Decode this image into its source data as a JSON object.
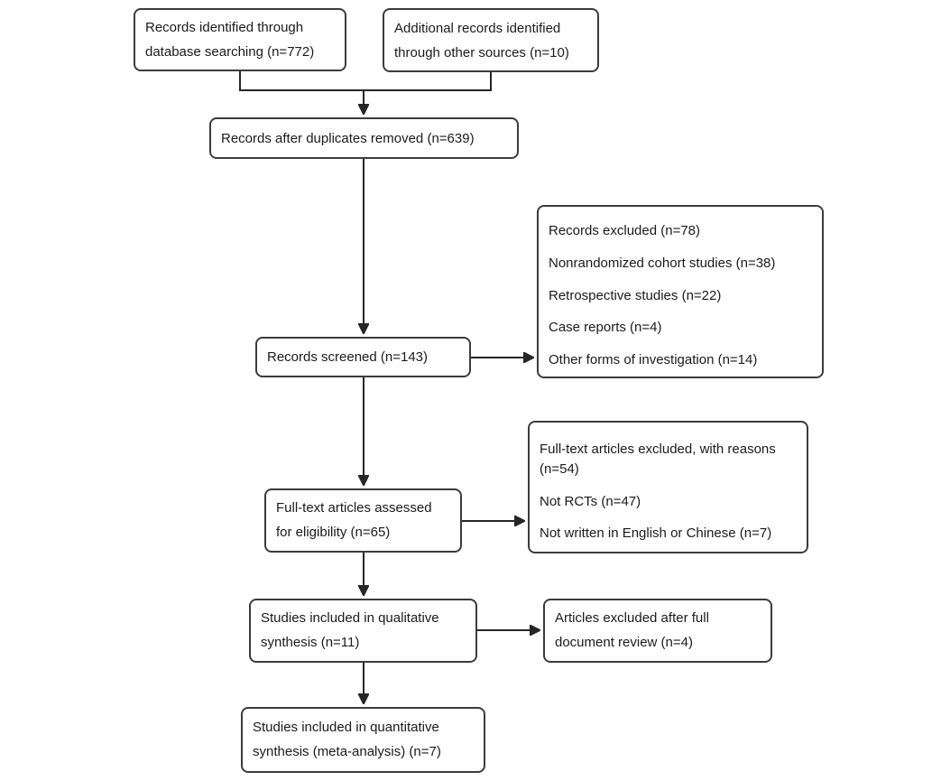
{
  "diagram": {
    "boxes": {
      "identified": {
        "text": "Records identified through database searching (n=772)"
      },
      "additional": {
        "text": "Additional records identified through other sources (n=10)"
      },
      "duplicates": {
        "text": "Records after duplicates removed (n=639)"
      },
      "screened": {
        "text": "Records screened (n=143)"
      },
      "excluded_screening": {
        "lines": [
          "Records excluded (n=78)",
          "Nonrandomized cohort studies (n=38)",
          "Retrospective studies (n=22)",
          "Case reports (n=4)",
          "Other forms of investigation (n=14)"
        ]
      },
      "fulltext_assessed": {
        "text": "Full-text articles assessed for eligibility (n=65)"
      },
      "excluded_fulltext": {
        "lines": [
          "Full-text articles excluded, with reasons (n=54)",
          "Not RCTs (n=47)",
          "Not written in English or Chinese (n=7)"
        ]
      },
      "qualitative": {
        "text": "Studies included in qualitative synthesis (n=11)"
      },
      "excluded_review": {
        "text": "Articles excluded after full document review (n=4)"
      },
      "quantitative": {
        "text": "Studies included in quantitative synthesis (meta-analysis) (n=7)"
      }
    },
    "colors": {
      "background": "#ffffff",
      "box_border": "#3c3c3c",
      "connector": "#262626",
      "text": "#1b1b1b"
    }
  }
}
